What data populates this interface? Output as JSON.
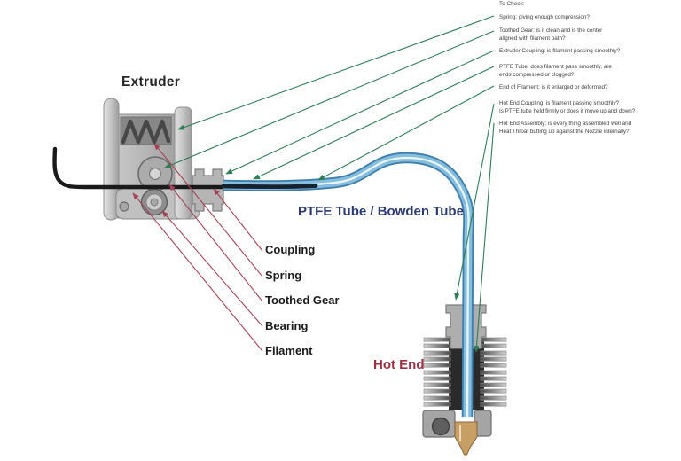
{
  "labels": {
    "extruder": "Extruder",
    "tube": "PTFE Tube / Bowden Tube",
    "hot_end": "Hot End"
  },
  "part_labels": [
    {
      "label": "Coupling"
    },
    {
      "label": "Spring"
    },
    {
      "label": "Toothed Gear"
    },
    {
      "label": "Bearing"
    },
    {
      "label": "Filament"
    }
  ],
  "checklist": {
    "title": "To Check:",
    "items": [
      {
        "text": "Spring:  giving enough compression?"
      },
      {
        "text": "Toothed Gear:  is it clean and is the center\naligned with filament path?"
      },
      {
        "text": "Extruder Coupling:  is filament passing smoothly?"
      },
      {
        "text": "PTFE Tube:  does filament pass smoothly, are\nends compressed or clogged?"
      },
      {
        "text": "End of Filament:  is it enlarged or deformed?"
      },
      {
        "text": "Hot End Coupling:  is filament passing smoothly?\nIs PTFE tube held firmly or does it move up and down?"
      },
      {
        "text": "Hot End Assembly:  is every thing assembled well and\nHeat Throat butting up against the Nozzle internally?"
      }
    ]
  },
  "colors": {
    "annotation_green": "#2e7d54",
    "annotation_red": "#a44456",
    "tube_outer_blue": "#3f7fae",
    "tube_inner_blue": "#85bedd",
    "tube_label_blue": "#2b3a72",
    "hot_end_label_red": "#a12f42",
    "filament_black": "#1a1a1a",
    "nozzle_brass": "#c79e63",
    "metal_gray": "#b4b4b4"
  }
}
